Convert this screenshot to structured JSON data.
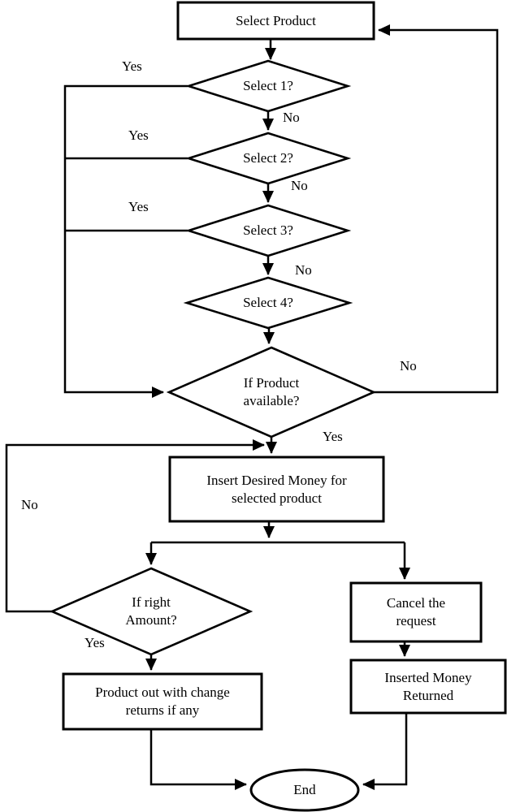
{
  "diagram": {
    "type": "flowchart",
    "colors": {
      "background": "#ffffff",
      "stroke": "#000000",
      "text": "#000000"
    },
    "nodes": {
      "select_product": "Select Product",
      "select_1": "Select 1?",
      "select_2": "Select 2?",
      "select_3": "Select 3?",
      "select_4": "Select 4?",
      "product_available": "If Product\navailable?",
      "insert_money": "Insert Desired Money for\nselected product",
      "right_amount": "If right\nAmount?",
      "product_out": "Product out with change\nreturns if any",
      "cancel_request": "Cancel the\nrequest",
      "money_returned": "Inserted Money\nReturned",
      "end": "End"
    },
    "edge_labels": {
      "select_1_yes": "Yes",
      "select_1_no": "No",
      "select_2_yes": "Yes",
      "select_2_no": "No",
      "select_3_yes": "Yes",
      "select_3_no": "No",
      "product_available_no": "No",
      "product_available_yes": "Yes",
      "right_amount_no": "No",
      "right_amount_yes": "Yes"
    }
  }
}
